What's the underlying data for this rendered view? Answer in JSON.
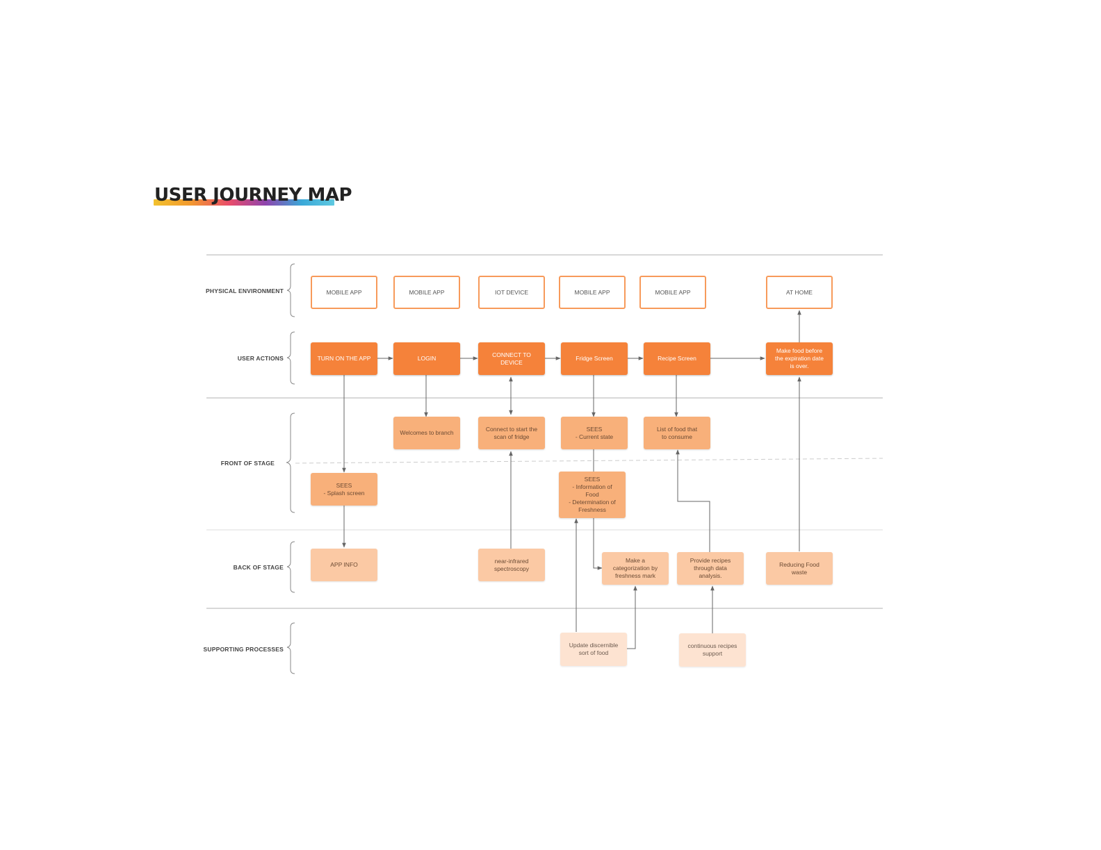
{
  "header": {
    "title": "USER JOURNEY MAP"
  },
  "colors": {
    "action": "#f5823a",
    "front": "#f8b07a",
    "back": "#fbc9a4",
    "support": "#fde3d1",
    "env_border": "#f79a5a",
    "line": "#666666",
    "divider": "#cccccc"
  },
  "lanes": [
    {
      "id": "physical",
      "label": "PHYSICAL ENVIRONMENT"
    },
    {
      "id": "actions",
      "label": "USER ACTIONS"
    },
    {
      "id": "front",
      "label": "FRONT OF STAGE"
    },
    {
      "id": "back",
      "label": "BACK OF STAGE"
    },
    {
      "id": "support",
      "label": "SUPPORTING PROCESSES"
    }
  ],
  "nodes": {
    "env1": {
      "lane": "physical",
      "text": "MOBILE APP"
    },
    "env2": {
      "lane": "physical",
      "text": "MOBILE APP"
    },
    "env3": {
      "lane": "physical",
      "text": "IOT DEVICE"
    },
    "env4": {
      "lane": "physical",
      "text": "MOBILE APP"
    },
    "env5": {
      "lane": "physical",
      "text": "MOBILE APP"
    },
    "env6": {
      "lane": "physical",
      "text": "AT HOME"
    },
    "act1": {
      "lane": "actions",
      "text": "TURN ON THE APP"
    },
    "act2": {
      "lane": "actions",
      "text": "LOGIN"
    },
    "act3": {
      "lane": "actions",
      "text": "CONNECT TO\nDEVICE"
    },
    "act4": {
      "lane": "actions",
      "text": "Fridge Screen"
    },
    "act5": {
      "lane": "actions",
      "text": "Recipe Screen"
    },
    "act6": {
      "lane": "actions",
      "text": "Make food before\nthe expiration date\nis over."
    },
    "fr1": {
      "lane": "front",
      "text": "Welcomes to branch"
    },
    "fr2": {
      "lane": "front",
      "text": "Connect to start the\nscan of fridge"
    },
    "fr3": {
      "lane": "front",
      "text": "SEES\n- Current state"
    },
    "fr4": {
      "lane": "front",
      "text": "List of food that\nto consume"
    },
    "fr5": {
      "lane": "front",
      "text": "SEES\n- Splash screen"
    },
    "fr6": {
      "lane": "front",
      "text": "SEES\n- Information of\nFood\n- Determination of\nFreshness"
    },
    "bk1": {
      "lane": "back",
      "text": "APP INFO"
    },
    "bk2": {
      "lane": "back",
      "text": "near-infrared\nspectroscopy"
    },
    "bk3": {
      "lane": "back",
      "text": "Make a\ncategorization by\nfreshness mark"
    },
    "bk4": {
      "lane": "back",
      "text": "Provide recipes\nthrough data\nanalysis."
    },
    "bk5": {
      "lane": "back",
      "text": "Reducing Food\nwaste"
    },
    "sp1": {
      "lane": "support",
      "text": "Update discernible\nsort of food"
    },
    "sp2": {
      "lane": "support",
      "text": "continuous recipes\nsupport"
    }
  }
}
